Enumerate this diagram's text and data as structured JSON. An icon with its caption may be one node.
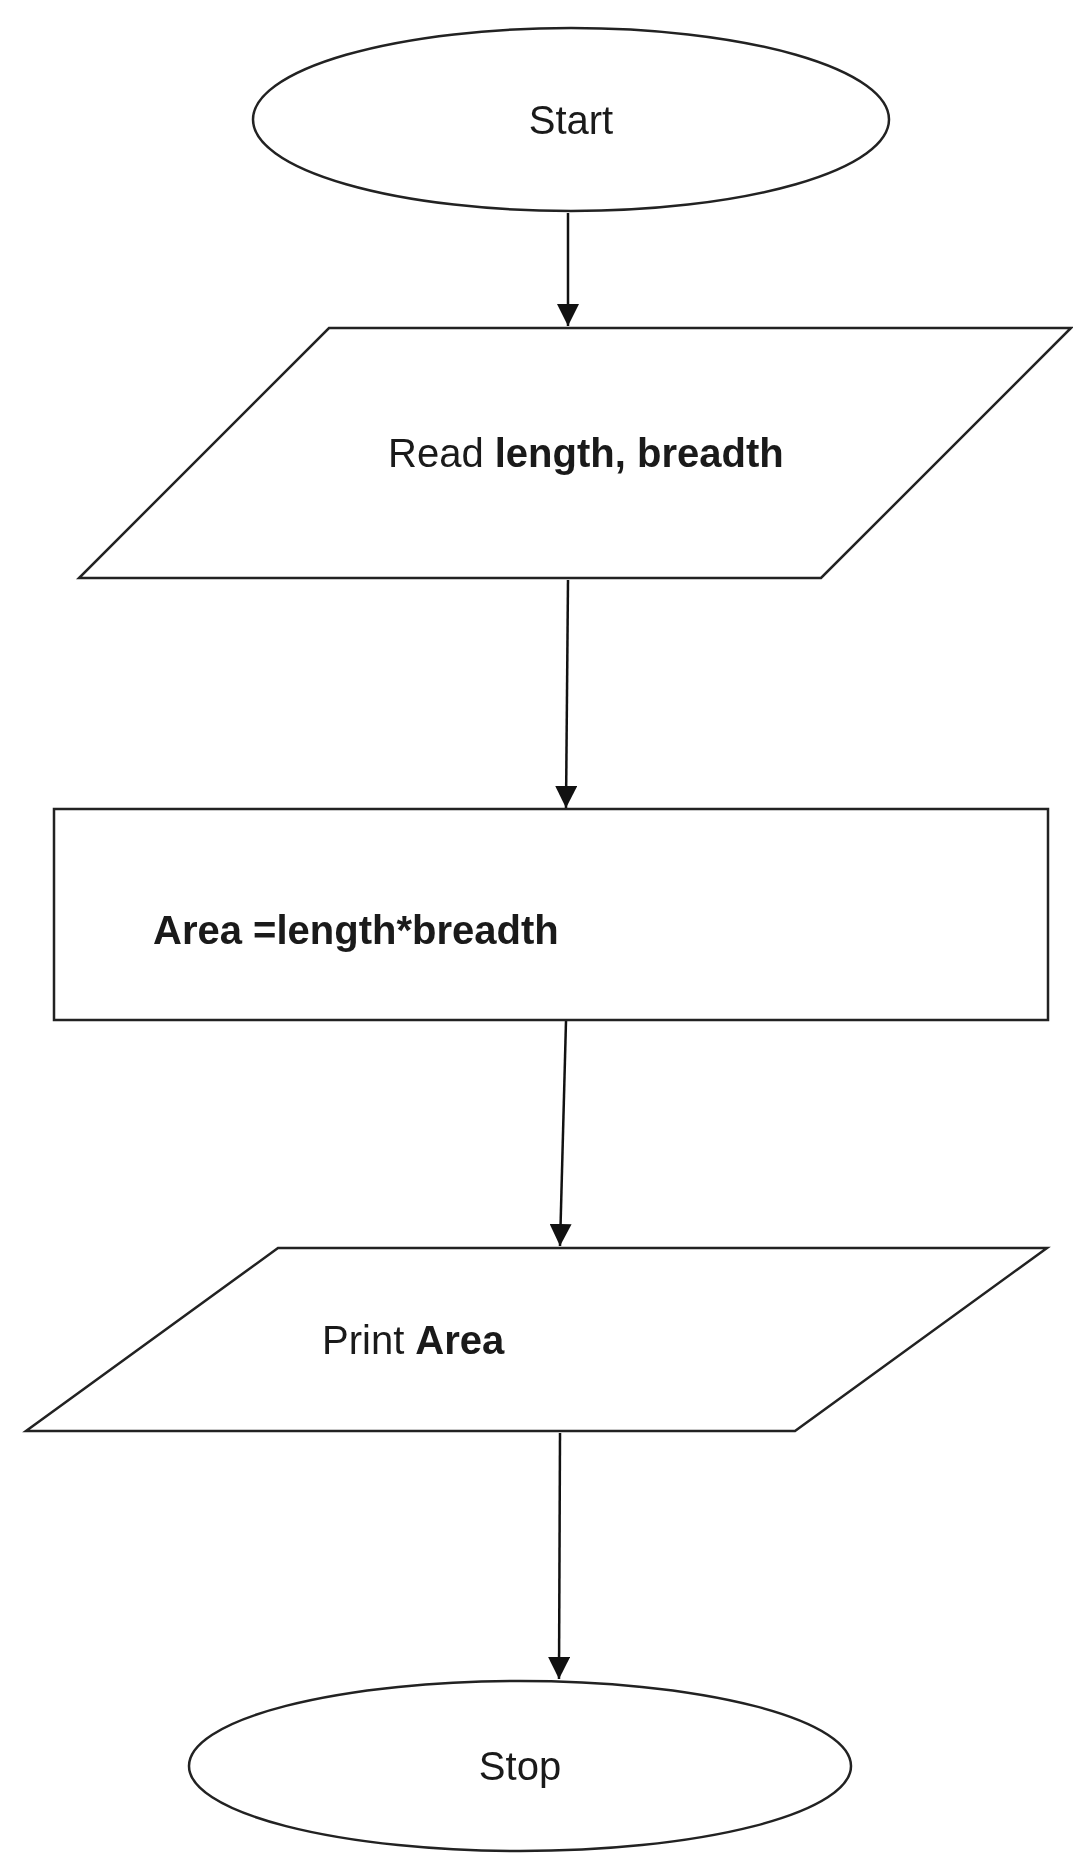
{
  "diagram": {
    "nodes": [
      {
        "text": [
          "Start"
        ]
      },
      {
        "text": [
          "Read **length, breadth**"
        ]
      },
      {
        "text": [
          "Area =length*breadth"
        ]
      },
      {
        "text": [
          "Print **Area**"
        ]
      },
      {
        "text": [
          "Stop"
        ]
      }
    ],
    "edges": [
      {
        "from": 0,
        "to": 1,
        "arrow": "to"
      },
      {
        "from": 1,
        "to": 2,
        "arrow": "to"
      },
      {
        "from": 2,
        "to": 3,
        "arrow": "to"
      },
      {
        "from": 3,
        "to": 4,
        "arrow": "to"
      }
    ]
  }
}
